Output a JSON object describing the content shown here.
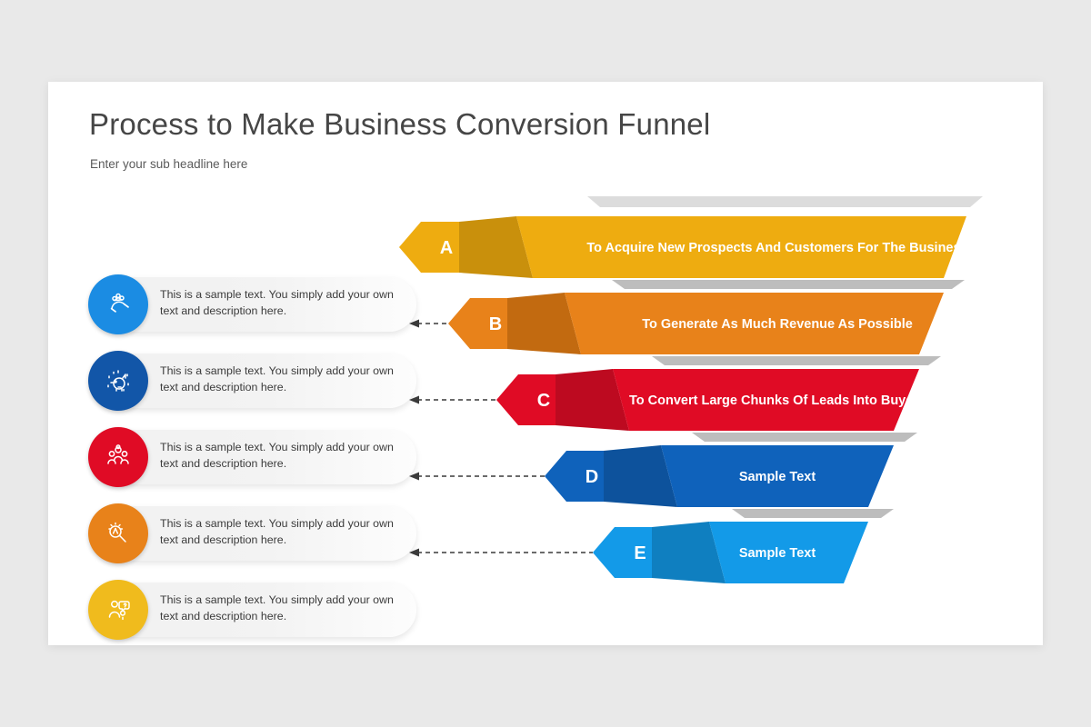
{
  "slide": {
    "title": "Process to Make Business Conversion Funnel",
    "subtitle": "Enter your sub headline here",
    "background_color": "#e9e9e9",
    "surface_color": "#ffffff"
  },
  "cards": [
    {
      "id": "A",
      "text": "This is a sample text. You simply add your own text and description here.",
      "icon": "magnet-icon",
      "icon_color": "#1b8ce3"
    },
    {
      "id": "B",
      "text": "This is a sample text. You simply add your own text and description here.",
      "icon": "piggy-bank-icon",
      "icon_color": "#1256a8"
    },
    {
      "id": "C",
      "text": "This is a sample text. You simply add your own text and description here.",
      "icon": "user-group-icon",
      "icon_color": "#e00b25"
    },
    {
      "id": "D",
      "text": "This is a sample text. You simply add your own text and description here.",
      "icon": "search-target-icon",
      "icon_color": "#e8821a"
    },
    {
      "id": "E",
      "text": "This is a sample text. You simply add your own text and description here.",
      "icon": "support-chat-icon",
      "icon_color": "#f0bb1d"
    }
  ],
  "chart_data": {
    "type": "funnel",
    "title": "Process to Make Business Conversion Funnel",
    "legend_position": "left",
    "stages": [
      {
        "letter": "A",
        "label": "To Acquire New Prospects And Customers For The Business",
        "color": "#eeac10",
        "shade_color": "#c9900c"
      },
      {
        "letter": "B",
        "label": "To Generate As Much Revenue As Possible",
        "color": "#e8821a",
        "shade_color": "#c26a10"
      },
      {
        "letter": "C",
        "label": "To Convert Large Chunks Of Leads Into Buyers",
        "color": "#e00b25",
        "shade_color": "#bd0a20"
      },
      {
        "letter": "D",
        "label": "Sample Text",
        "color": "#0f62bb",
        "shade_color": "#0d529c"
      },
      {
        "letter": "E",
        "label": "Sample Text",
        "color": "#139ae8",
        "shade_color": "#0f7fc0"
      }
    ],
    "cap_color": "#dcdcdc",
    "separator_color": "#bdbdbd",
    "connector_style": "dashed-arrow"
  }
}
